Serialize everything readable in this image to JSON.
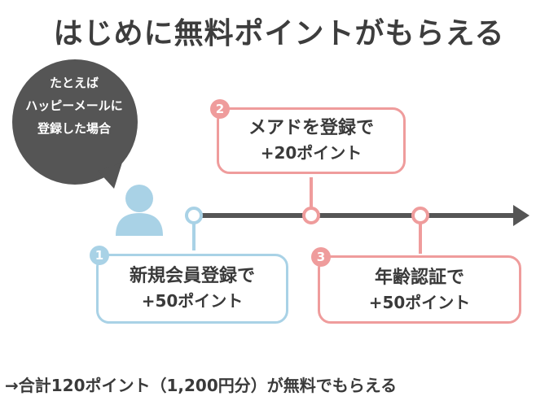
{
  "title": "はじめに無料ポイントがもらえる",
  "bubble": {
    "lines": [
      "たとえば",
      "ハッピーメールに",
      "登録した場合"
    ]
  },
  "steps": [
    {
      "number": "1",
      "line1": "新規会員登録で",
      "line2": "+50ポイント"
    },
    {
      "number": "2",
      "line1": "メアドを登録で",
      "line2": "+20ポイント"
    },
    {
      "number": "3",
      "line1": "年齢認証で",
      "line2": "+50ポイント"
    }
  ],
  "summary": "→合計120ポイント（1,200円分）が無料でもらえる",
  "colors": {
    "blue": "#a9d2e6",
    "pink": "#ef9c9c",
    "timeline": "#555555",
    "bubble": "#555555"
  },
  "icons": {
    "person": "person-icon",
    "arrow": "arrow-right-icon"
  }
}
